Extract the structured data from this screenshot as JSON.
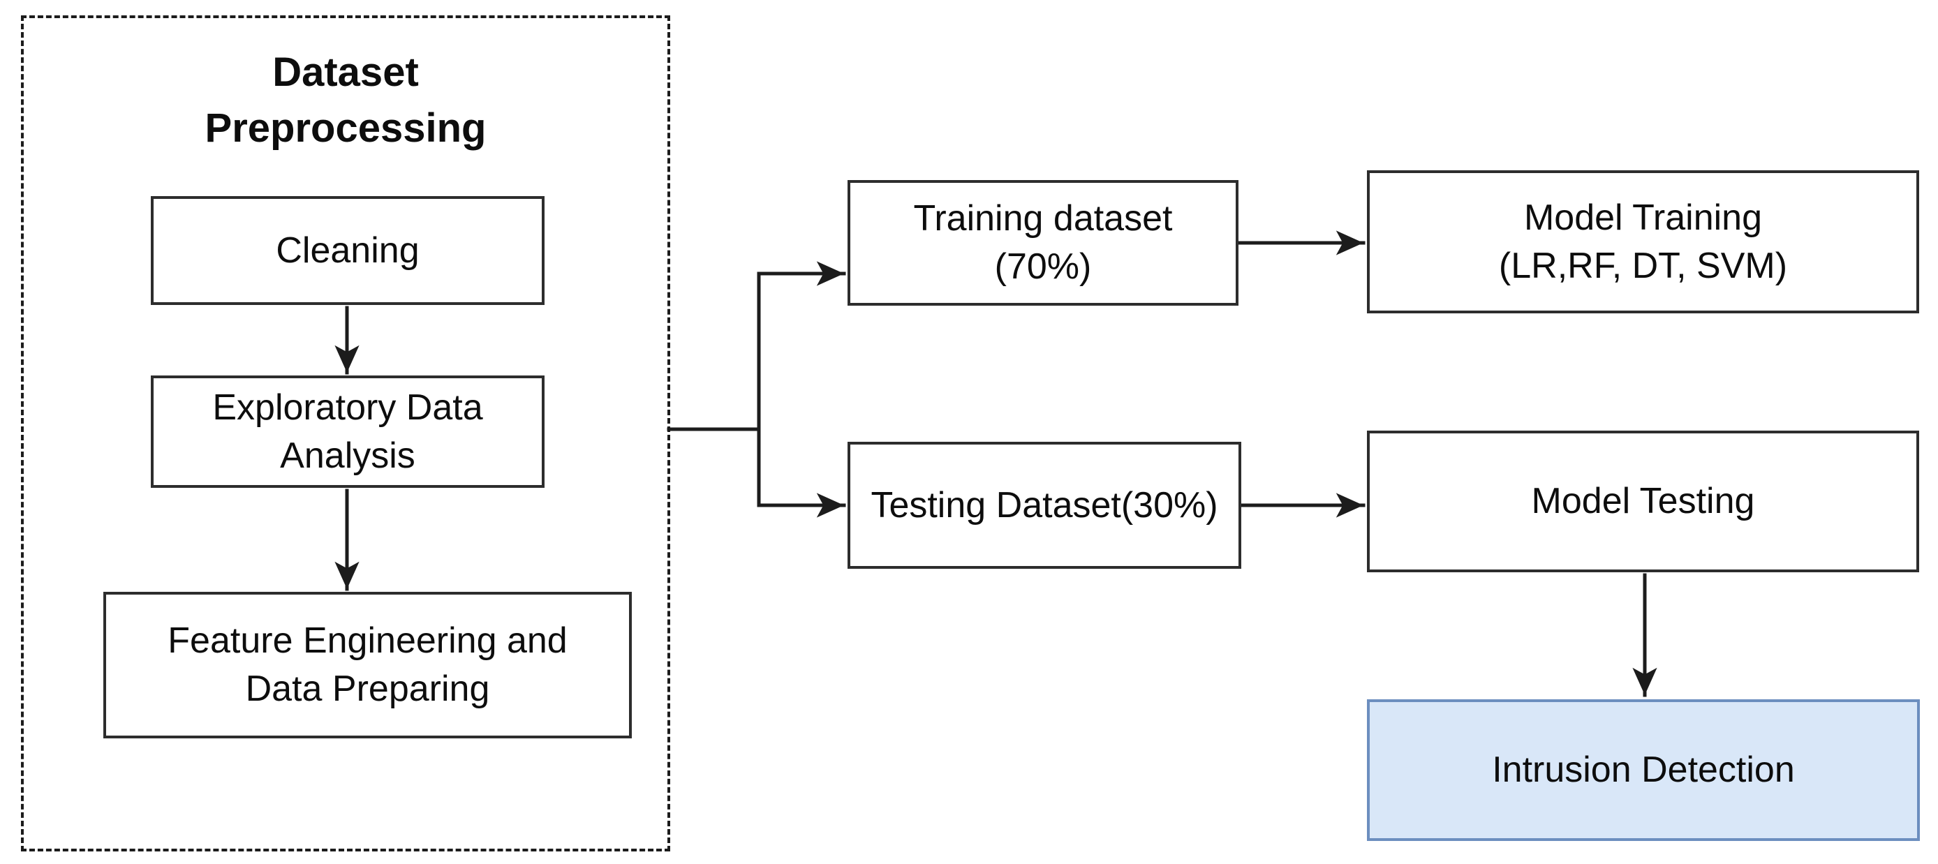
{
  "colors": {
    "background": "#ffffff",
    "line": "#1c1c1c",
    "box_border": "#2d2d2d",
    "box_fill": "#ffffff",
    "text": "#0d0d0d",
    "highlight_fill": "#d9e7f8",
    "highlight_border": "#6c8ebf"
  },
  "group": {
    "title": "Dataset\nPreprocessing"
  },
  "nodes": {
    "cleaning": {
      "label": "Cleaning"
    },
    "eda": {
      "label": "Exploratory Data\nAnalysis"
    },
    "feature_engineering": {
      "label": "Feature Engineering and\nData Preparing"
    },
    "training_dataset": {
      "label": "Training dataset\n(70%)"
    },
    "testing_dataset": {
      "label": "Testing Dataset(30%)"
    },
    "model_training": {
      "label": "Model Training\n(LR,RF, DT, SVM)"
    },
    "model_testing": {
      "label": "Model Testing"
    },
    "intrusion_detection": {
      "label": "Intrusion Detection"
    }
  }
}
